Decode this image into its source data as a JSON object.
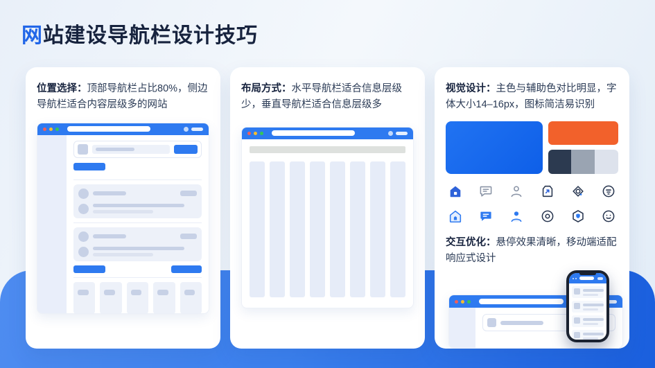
{
  "page": {
    "title_highlight": "网",
    "title_rest": "站建设导航栏设计技巧"
  },
  "cards": [
    {
      "id": "position",
      "heading": "位置选择：",
      "body": "顶部导航栏占比80%，侧边导航栏适合内容层级多的网站"
    },
    {
      "id": "layout",
      "heading": "布局方式：",
      "body": "水平导航栏适合信息层级少，垂直导航栏适合信息层级多"
    },
    {
      "id": "visual",
      "heading": "视觉设计：",
      "body": "主色与辅助色对比明显，字体大小14–16px，图标简洁易识别",
      "heading2": "交互优化：",
      "body2": "悬停效果清晰，移动端适配响应式设计"
    }
  ],
  "icons": {
    "row1": [
      "home-filled-icon",
      "chat-icon",
      "user-icon",
      "share-badge-icon",
      "settings-view-icon",
      "filter-circle-icon"
    ],
    "row2": [
      "home-outline-icon",
      "chat-filled-icon",
      "user-blue-icon",
      "record-icon",
      "shield-hexagon-icon",
      "smiley-icon"
    ]
  },
  "colors": {
    "accent-blue": "#2E7AF0",
    "deep-blue": "#1A5FDE",
    "orange": "#F2612B",
    "swatch-dark": "#2C3A50",
    "swatch-gray": "#9AA4B2",
    "swatch-light": "#DDE2EC",
    "heading-navy": "#17233E",
    "navy-text": "#1C2B45",
    "icon-gray": "#8A94A6",
    "icon-navy": "#27354F",
    "icon-blue": "#2E62D9",
    "traffic-red": "#F15F5A",
    "traffic-yellow": "#F7BD2E",
    "traffic-green": "#35C759",
    "wave-start": "#4E8CF0",
    "wave-end": "#1A5FDE"
  }
}
